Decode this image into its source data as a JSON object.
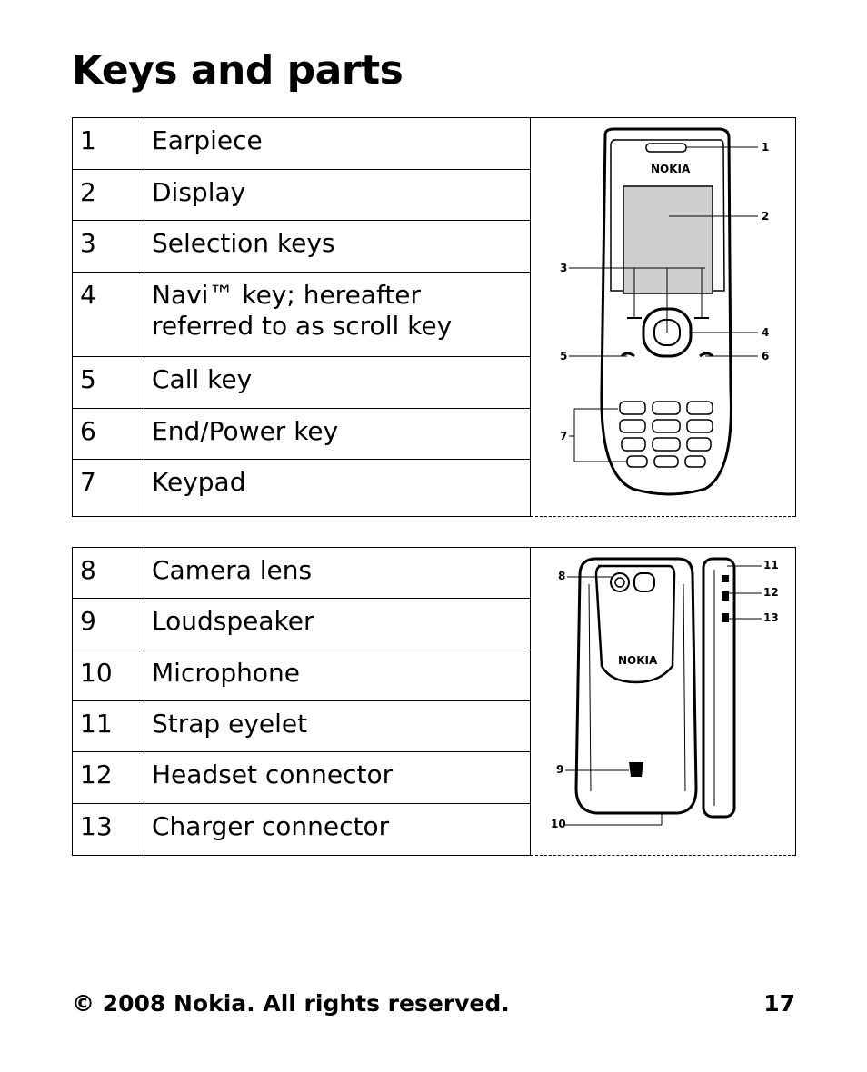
{
  "title": "Keys and parts",
  "table1": [
    {
      "num": "1",
      "label": "Earpiece"
    },
    {
      "num": "2",
      "label": "Display"
    },
    {
      "num": "3",
      "label": "Selection keys"
    },
    {
      "num": "4",
      "label": "Navi™ key; hereafter referred to as scroll key"
    },
    {
      "num": "5",
      "label": "Call key"
    },
    {
      "num": "6",
      "label": "End/Power key"
    },
    {
      "num": "7",
      "label": "Keypad"
    }
  ],
  "table2": [
    {
      "num": "8",
      "label": "Camera lens"
    },
    {
      "num": "9",
      "label": "Loudspeaker"
    },
    {
      "num": "10",
      "label": "Microphone"
    },
    {
      "num": "11",
      "label": "Strap eyelet"
    },
    {
      "num": "12",
      "label": "Headset connector"
    },
    {
      "num": "13",
      "label": "Charger connector"
    }
  ],
  "front_brand": "NOKIA",
  "back_brand": "NOKIA",
  "footer": {
    "copyright": "© 2008 Nokia. All rights reserved.",
    "page": "17"
  }
}
